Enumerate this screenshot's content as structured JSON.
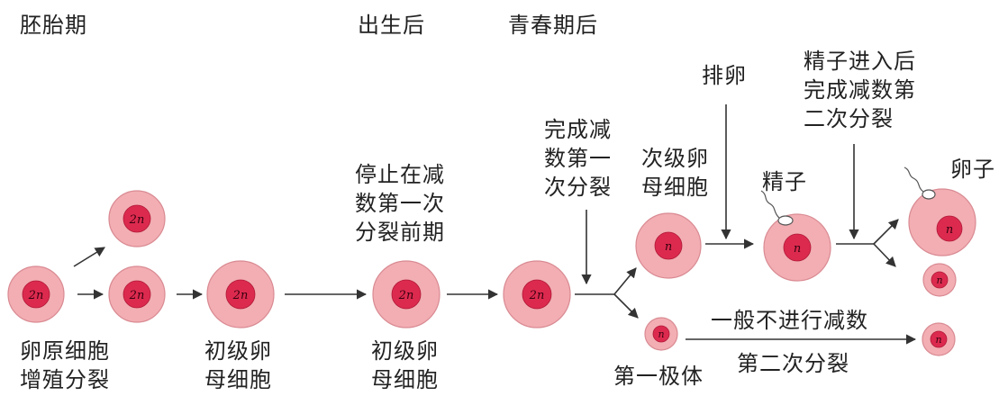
{
  "colors": {
    "cytoplasm": "#f2aeb3",
    "cytoplasm_stroke": "#d98a92",
    "nucleus": "#dc2a4e",
    "nucleus_stroke": "#b01836",
    "arrow": "#333333",
    "text": "#222222"
  },
  "headers": {
    "embryo": "胚胎期",
    "after_birth": "出生后",
    "after_puberty": "青春期后"
  },
  "labels": {
    "oogonia": [
      "卵原细胞",
      "增殖分裂"
    ],
    "primary_oocyte_1": [
      "初级卵",
      "母细胞"
    ],
    "primary_oocyte_2": [
      "初级卵",
      "母细胞"
    ],
    "arrested": [
      "停止在减",
      "数第一次",
      "分裂前期"
    ],
    "complete_meiosis_1": [
      "完成减",
      "数第一",
      "次分裂"
    ],
    "secondary_oocyte": [
      "次级卵",
      "母细胞"
    ],
    "ovulation": "排卵",
    "sperm_entry": [
      "精子进入后",
      "完成减数第",
      "二次分裂"
    ],
    "sperm": "精子",
    "egg": "卵子",
    "first_polar_body": "第一极体",
    "no_meiosis_2": [
      "一般不进行减数",
      "第二次分裂"
    ]
  },
  "cells": {
    "diploid": "2n",
    "haploid": "n"
  }
}
